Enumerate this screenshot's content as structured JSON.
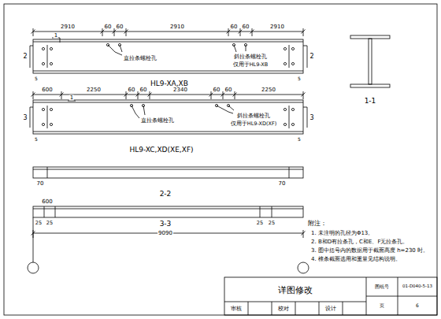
{
  "diagram": {
    "labels": [
      "2910",
      "60",
      "60",
      "2910",
      "60",
      "60",
      "2910",
      "1",
      "2",
      "2",
      "直拉条螺栓孔",
      "斜拉条螺栓孔",
      "仅用于HL9-XB",
      "5",
      "5",
      "HL9-XA,XB",
      "600",
      "2250",
      "60",
      "60",
      "2340",
      "60",
      "60",
      "2250",
      "1",
      "3",
      "3",
      "直拉条螺栓孔",
      "斜拉条螺栓孔",
      "仅用于HL9-XD(XF)",
      "5",
      "5",
      "HL9-XC,XD(XE,XF)",
      "70",
      "70",
      "2-2",
      "600",
      "25",
      "25",
      "25",
      "25",
      "3-3",
      "9090",
      "1-1",
      "附注：",
      "1. 未注明的孔径为Φ13。",
      "2. B和D有拉条孔，C和E、F无拉条孔。",
      "3. 图中括号内的数据用于截面高度 h=230 时。",
      "4. 檩条截面选用和重量见结构说明。",
      "详图修改",
      "图纸号",
      "01-D040-5-13",
      "页",
      "6",
      "审核",
      "校对",
      "设计"
    ]
  }
}
